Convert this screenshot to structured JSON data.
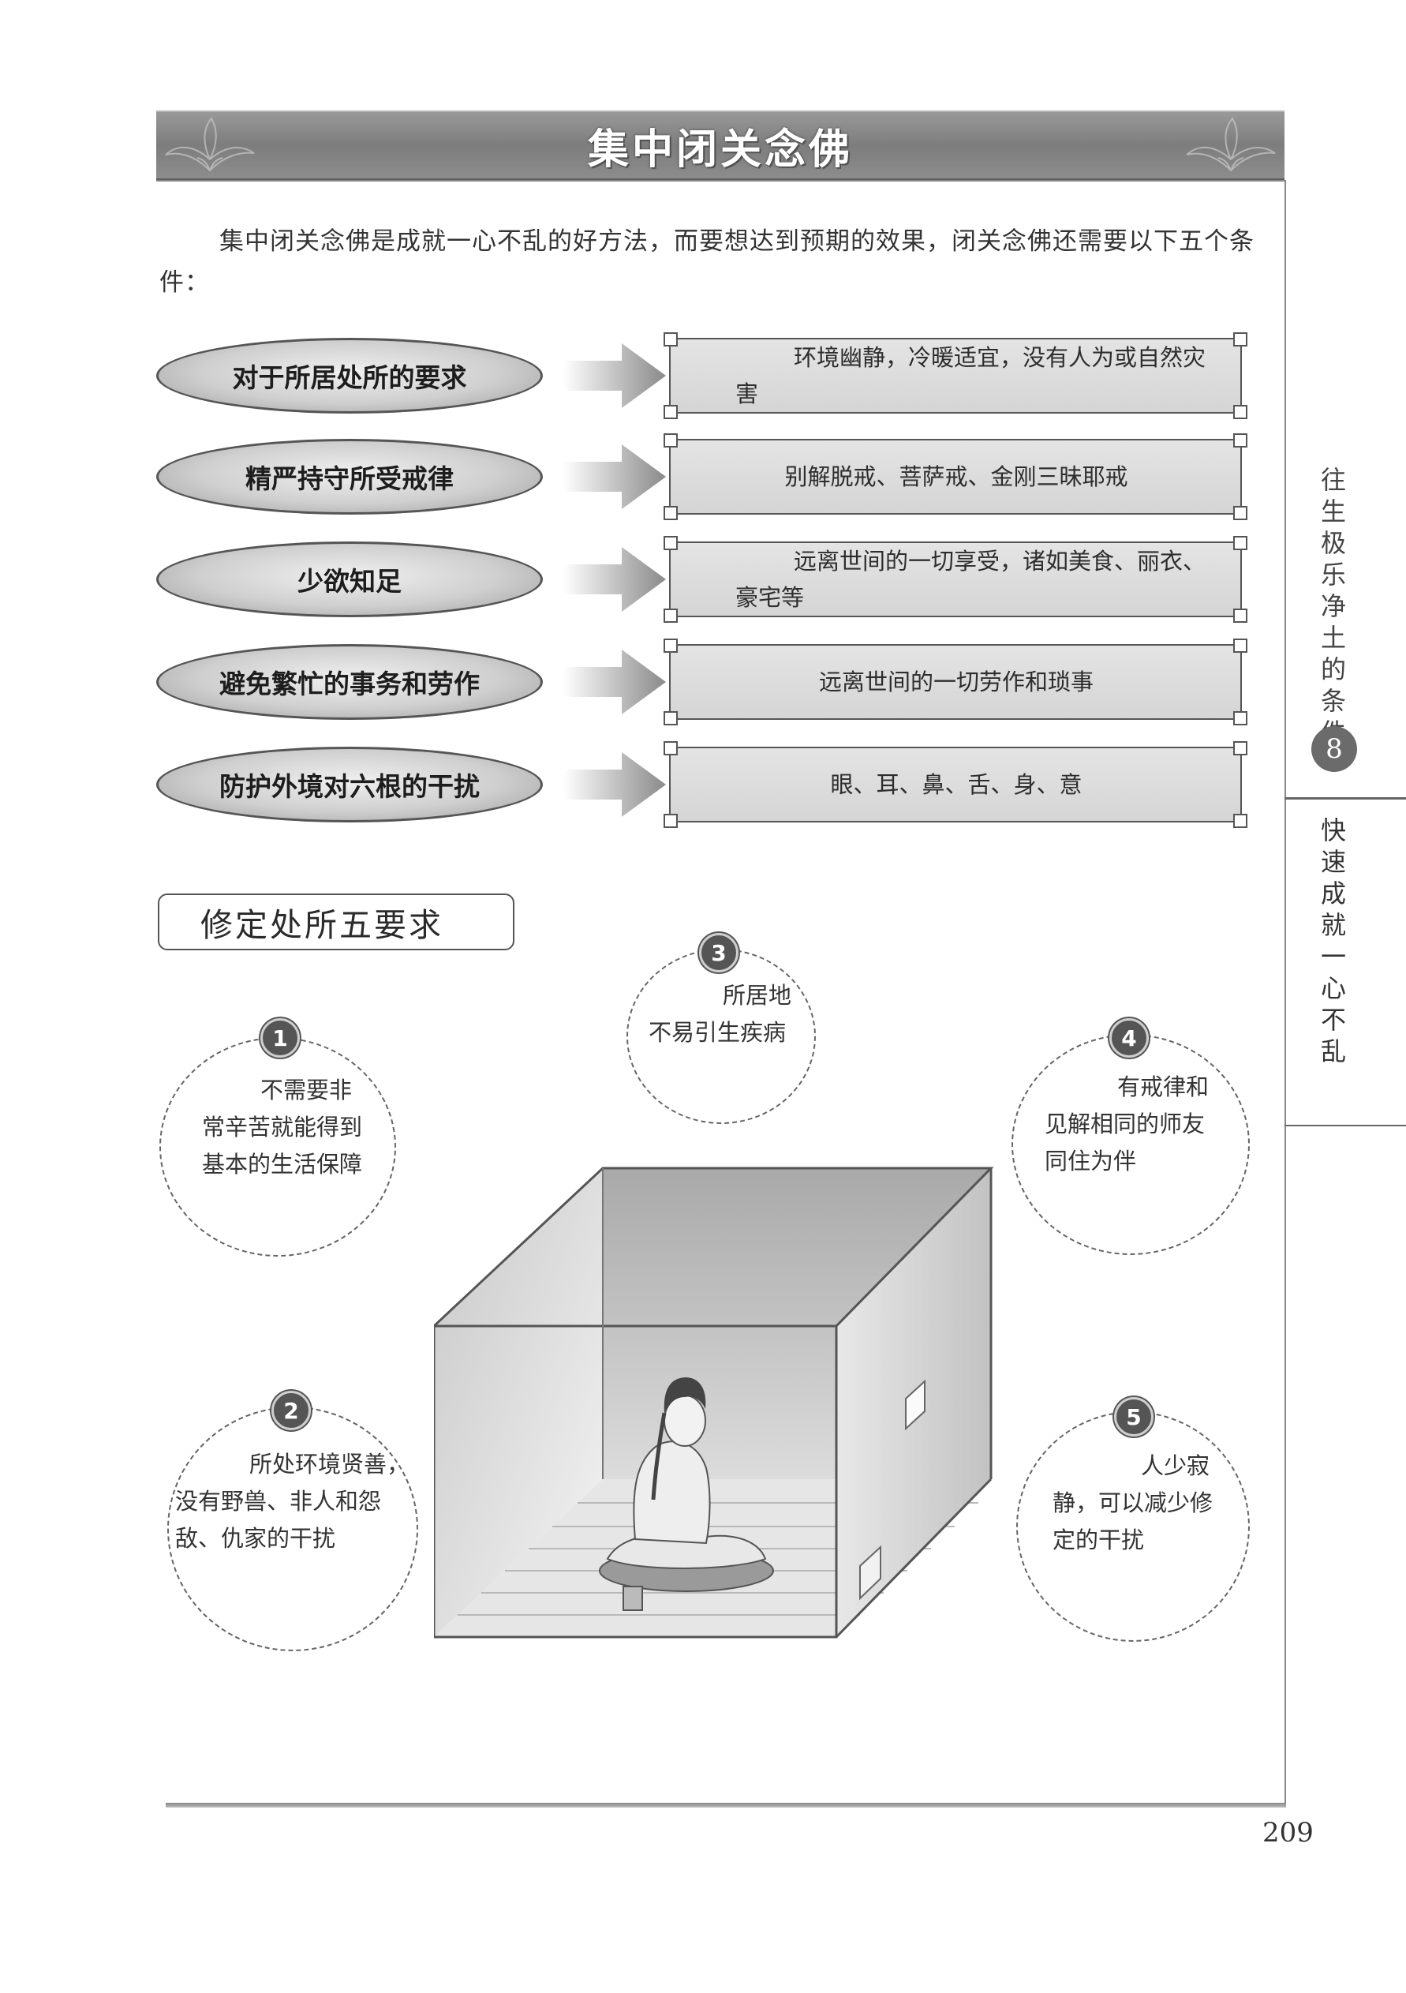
{
  "title": "集中闭关念佛",
  "intro": "集中闭关念佛是成就一心不乱的好方法，而要想达到预期的效果，闭关念佛还需要以下五个条件：",
  "conditions": [
    {
      "label": "对于所居处所的要求",
      "detail": "环境幽静，冷暖适宜，没有人为或自然灾害"
    },
    {
      "label": "精严持守所受戒律",
      "detail": "别解脱戒、菩萨戒、金刚三昧耶戒"
    },
    {
      "label": "少欲知足",
      "detail": "远离世间的一切享受，诸如美食、丽衣、豪宅等"
    },
    {
      "label": "避免繁忙的事务和劳作",
      "detail": "远离世间的一切劳作和琐事"
    },
    {
      "label": "防护外境对六根的干扰",
      "detail": "眼、耳、鼻、舌、身、意"
    }
  ],
  "side_tab": {
    "upper": "往生极乐净土的条件",
    "number": "8",
    "lower": "快速成就一心不乱"
  },
  "section_title": "修定处所五要求",
  "requirements": [
    {
      "num": "1",
      "text": "不需要非常辛苦就能得到基本的生活保障"
    },
    {
      "num": "2",
      "text": "所处环境贤善，没有野兽、非人和怨敌、仇家的干扰"
    },
    {
      "num": "3",
      "text": "所居地不易引生疾病"
    },
    {
      "num": "4",
      "text": "有戒律和见解相同的师友同住为伴"
    },
    {
      "num": "5",
      "text": "人少寂静，可以减少修定的干扰"
    }
  ],
  "page_number": "209"
}
